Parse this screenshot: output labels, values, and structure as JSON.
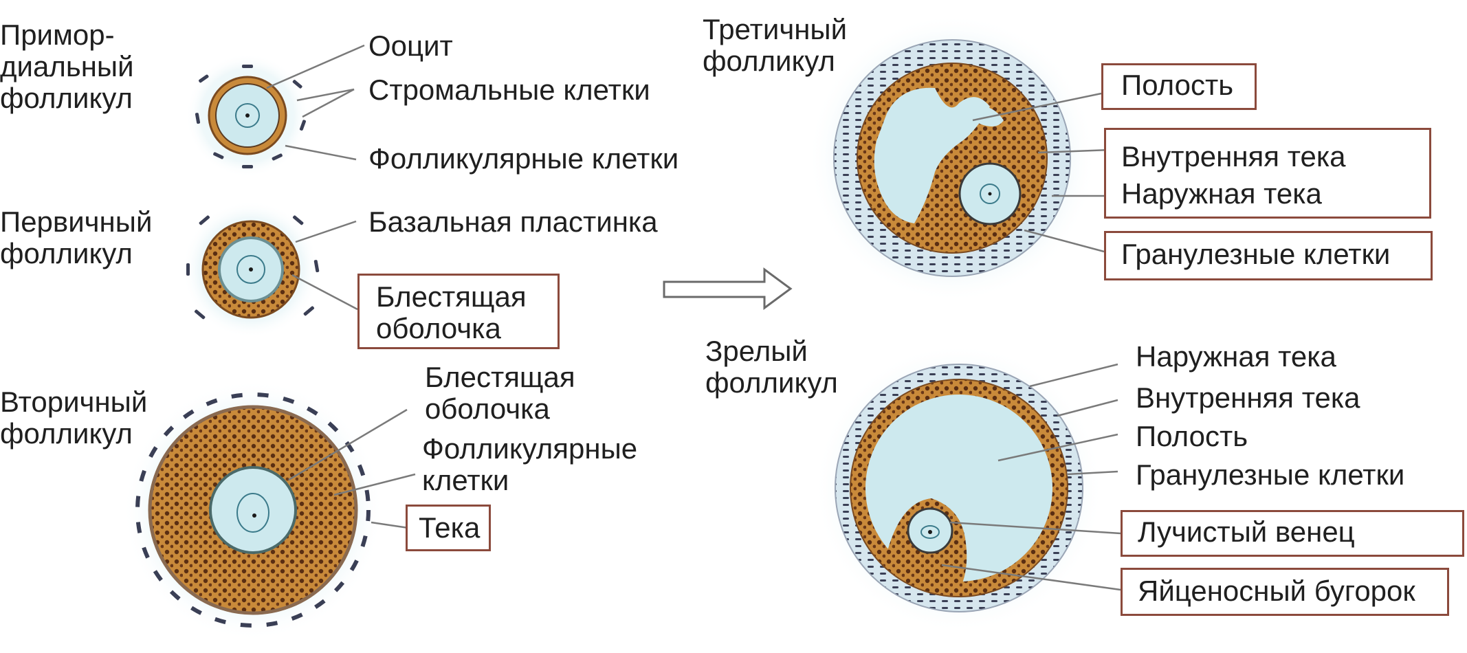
{
  "stages": {
    "primordial": "Примор-\nдиальный\nфолликул",
    "primary": "Первичный\nфолликул",
    "secondary": "Вторичный\nфолликул",
    "tertiary": "Третичный\nфолликул",
    "mature": "Зрелый\nфолликул"
  },
  "primordial_labels": {
    "oocyte": "Ооцит",
    "stromal": "Стромальные клетки",
    "follicular": "Фолликулярные клетки"
  },
  "primary_labels": {
    "basal": "Базальная пластинка",
    "zona": "Блестящая\nоболочка"
  },
  "secondary_labels": {
    "zona": "Блестящая\nоболочка",
    "follicular": "Фолликулярные\nклетки",
    "theca": "Тека"
  },
  "tertiary_labels": {
    "cavity": "Полость",
    "theca_interna": "Внутренняя тека",
    "theca_externa": "Наружная тека",
    "granulosa": "Гранулезные клетки"
  },
  "mature_labels": {
    "theca_externa": "Наружная тека",
    "theca_interna": "Внутренняя тека",
    "cavity": "Полость",
    "granulosa": "Гранулезные клетки",
    "corona": "Лучистый венец",
    "cumulus": "Яйценосный бугорок"
  },
  "colors": {
    "box_border": "#8b4a3c",
    "granulosa": "#c98a3a",
    "cell_dots": "#5a2e12",
    "fluid": "#cde9ee",
    "halo": "#e4f3f6",
    "theca_cells": "#3a3f55",
    "leader": "#7a7a7a",
    "text": "#1f1f1f"
  }
}
